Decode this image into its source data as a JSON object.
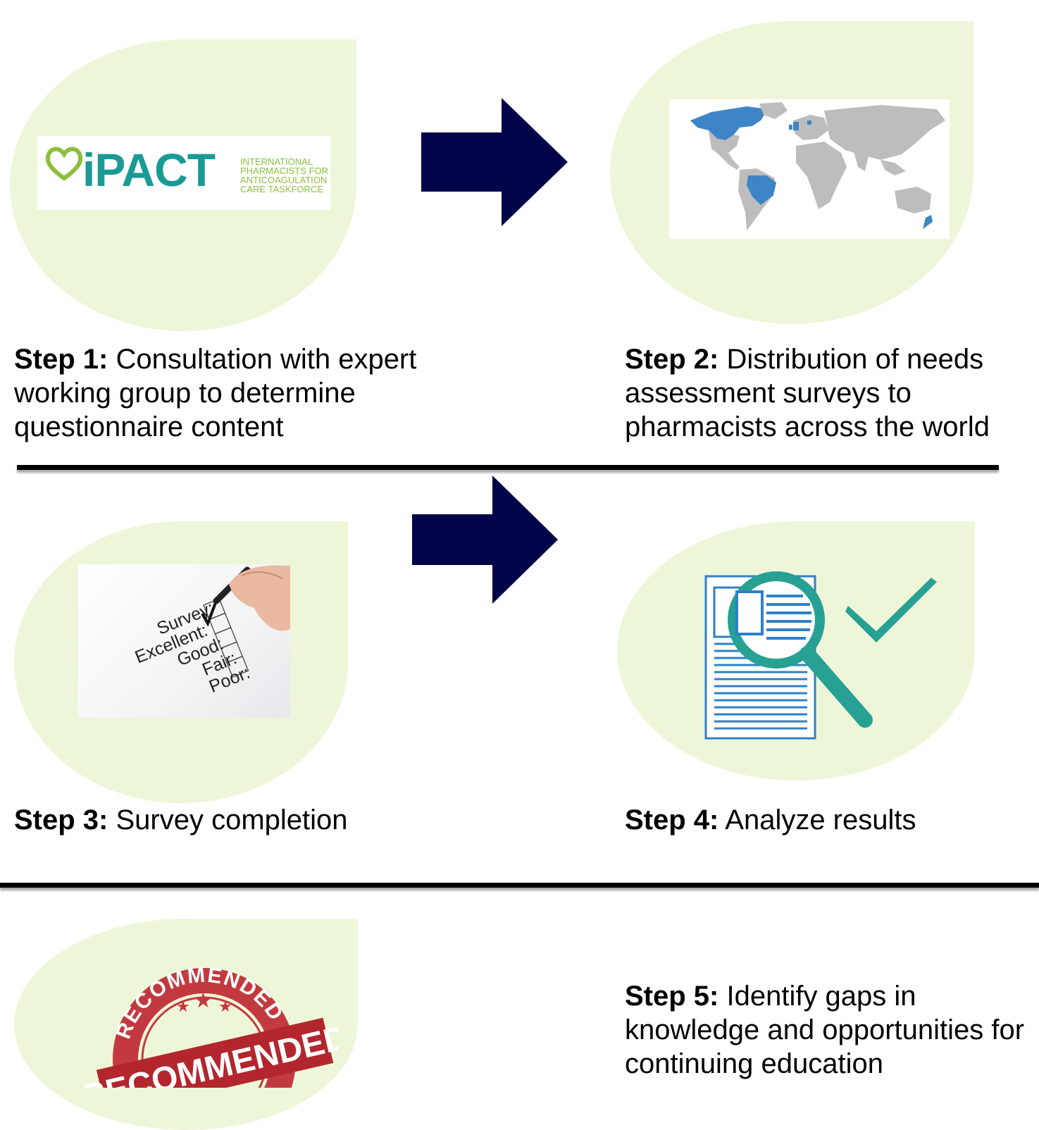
{
  "logo": {
    "name": "iPACT",
    "lines": [
      "INTERNATIONAL",
      "PHARMACISTS FOR",
      "ANTICOAGULATION",
      "CARE TASKFORCE"
    ]
  },
  "survey_image": {
    "lines": [
      "Survey:",
      "Excellent:",
      "Good:",
      "Fair:",
      "Poor:"
    ]
  },
  "stamp": {
    "ring_text": "RECOMMENDED",
    "banner_text": "RECOMMENDED"
  },
  "steps": [
    {
      "label": "Step 1:",
      "text": " Consultation with expert working group to determine questionnaire content"
    },
    {
      "label": "Step 2:",
      "text": " Distribution of needs assessment surveys to pharmacists across the world"
    },
    {
      "label": "Step 3:",
      "text": " Survey completion"
    },
    {
      "label": "Step 4:",
      "text": " Analyze results"
    },
    {
      "label": "Step 5:",
      "text": " Identify gaps in knowledge and opportunities for continuing education"
    }
  ],
  "colors": {
    "blob": "#eef6d9",
    "arrow": "#03034a",
    "teal": "#26a193",
    "doc_blue": "#2f80c6",
    "map_gray": "#bdbdbd",
    "map_blue": "#3d85c6",
    "stamp_red": "#b3262d"
  }
}
